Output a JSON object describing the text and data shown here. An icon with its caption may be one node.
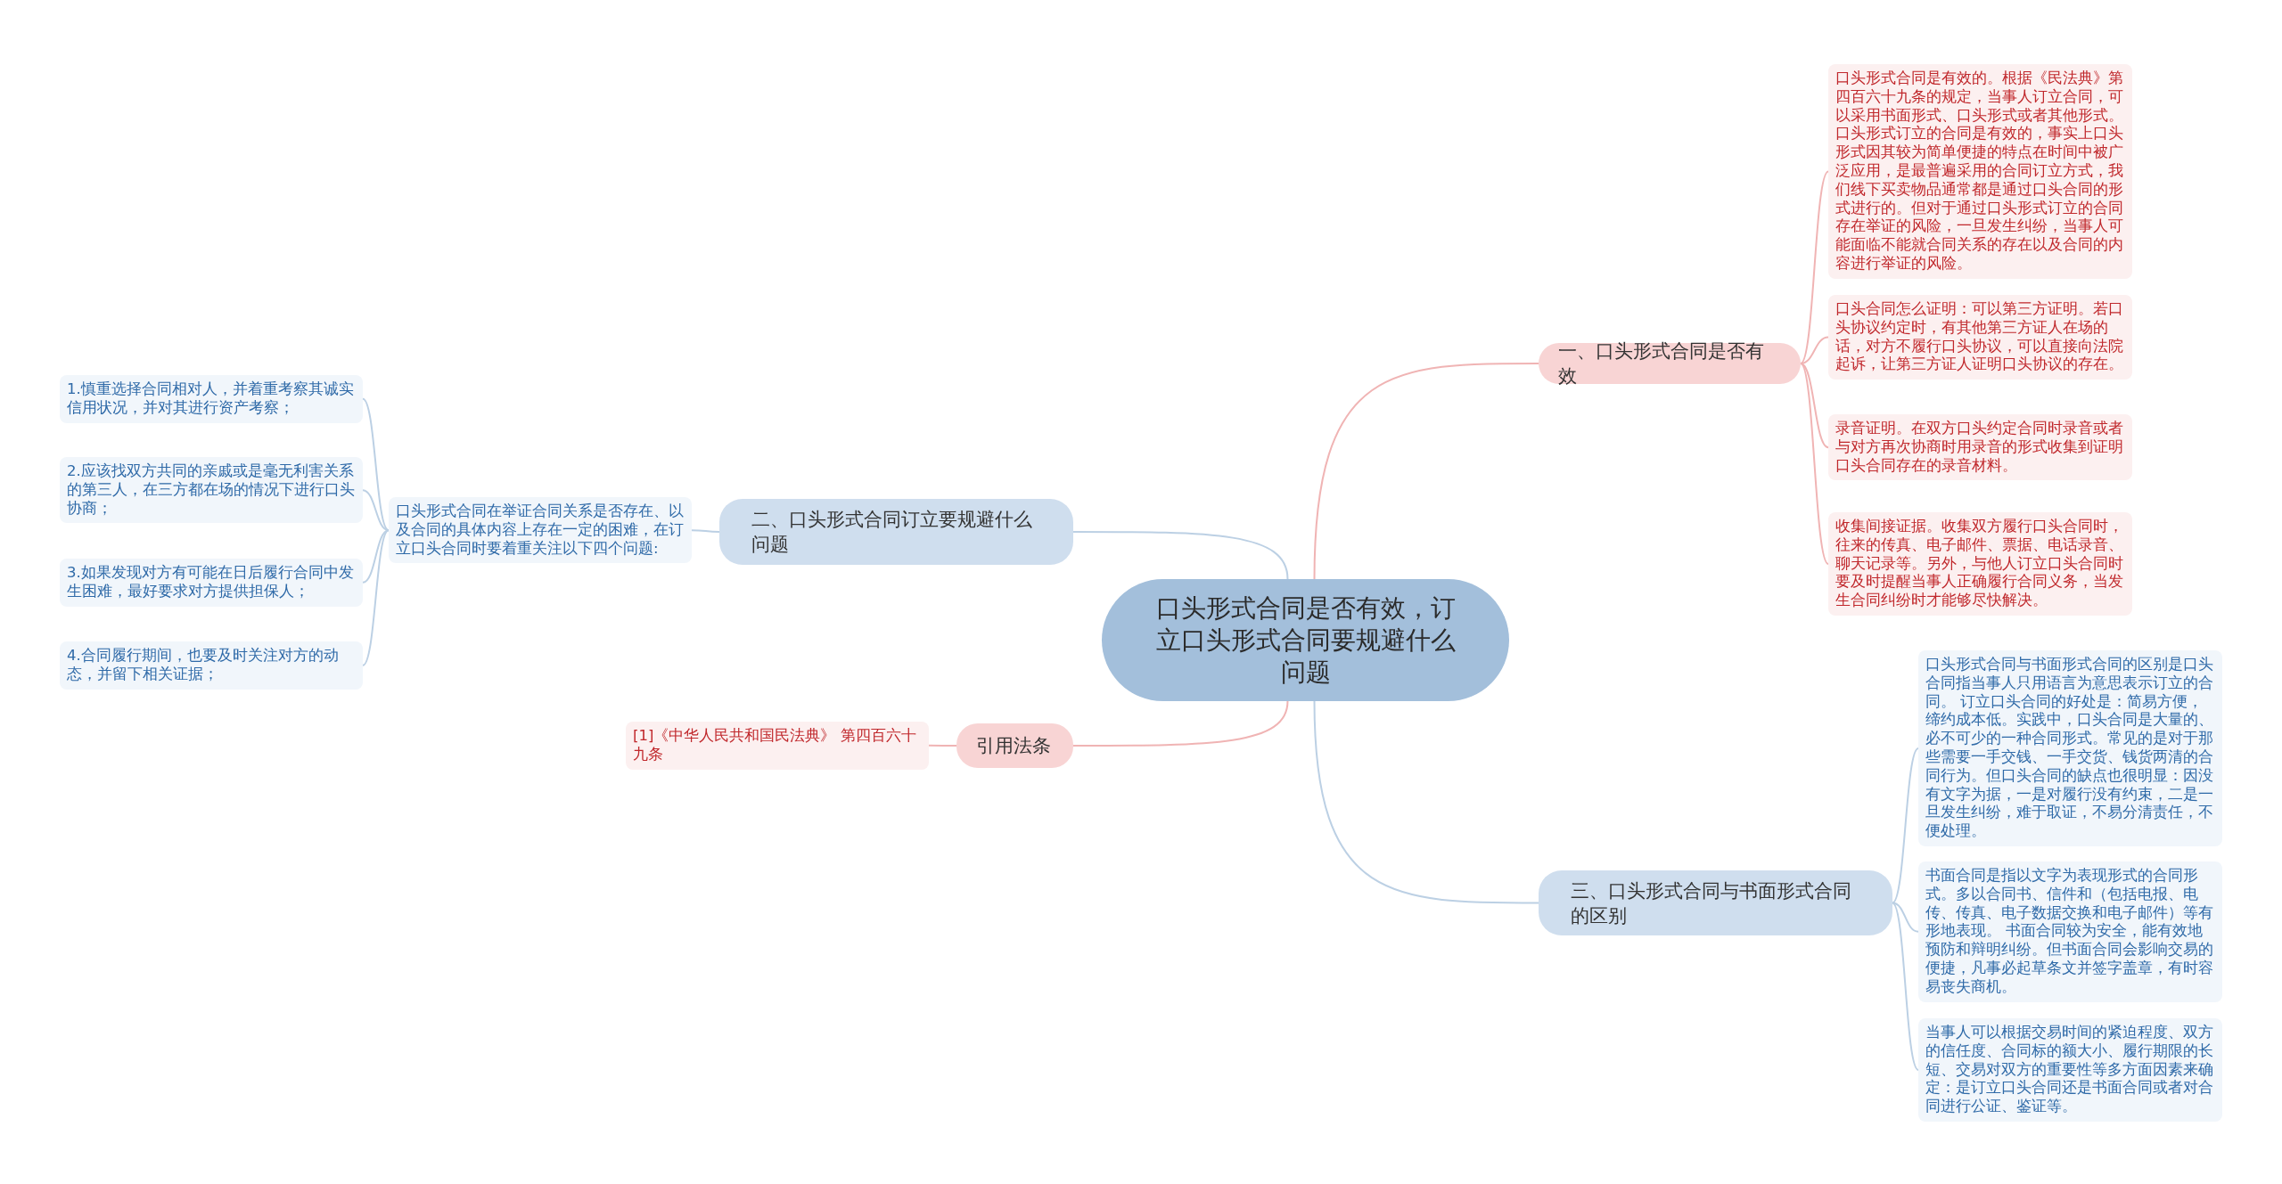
{
  "diagram": {
    "nodes": [
      {
        "text": [
          "口头形式合同是否有效，订立口头形式合同要规避什么问题"
        ]
      },
      {
        "text": [
          "一、口头形式合同是否有效"
        ]
      },
      {
        "text": [
          "口头形式合同是有效的。根据《民法典》第四百六十九条的规定，当事人订立合同，可以采用书面形式、口头形式或者其他形式。口头形式订立的合同是有效的，事实上口头形式因其较为简单便捷的特点在时间中被广泛应用，是最普遍采用的合同订立方式，我们线下买卖物品通常都是通过口头合同的形式进行的。但对于通过口头形式订立的合同存在举证的风险，一旦发生纠纷，当事人可能面临不能就合同关系的存在以及合同的内容进行举证的风险。"
        ]
      },
      {
        "text": [
          "口头合同怎么证明：可以第三方证明。若口头协议约定时，有其他第三方证人在场的话，对方不履行口头协议，可以直接向法院起诉，让第三方证人证明口头协议的存在。"
        ]
      },
      {
        "text": [
          "录音证明。在双方口头约定合同时录音或者与对方再次协商时用录音的形式收集到证明口头合同存在的录音材料。"
        ]
      },
      {
        "text": [
          "收集间接证据。收集双方履行口头合同时，往来的传真、电子邮件、票据、电话录音、聊天记录等。另外，与他人订立口头合同时要及时提醒当事人正确履行合同义务，当发生合同纠纷时才能够尽快解决。"
        ]
      },
      {
        "text": [
          "二、口头形式合同订立要规避什么问题"
        ]
      },
      {
        "text": [
          "口头形式合同在举证合同关系是否存在、以及合同的具体内容上存在一定的困难，在订立口头合同时要着重关注以下四个问题:"
        ]
      },
      {
        "text": [
          "1.慎重选择合同相对人，并着重考察其诚实信用状况，并对其进行资产考察；"
        ]
      },
      {
        "text": [
          "2.应该找双方共同的亲戚或是毫无利害关系的第三人，在三方都在场的情况下进行口头协商；"
        ]
      },
      {
        "text": [
          "3.如果发现对方有可能在日后履行合同中发生困难，最好要求对方提供担保人；"
        ]
      },
      {
        "text": [
          "4.合同履行期间，也要及时关注对方的动态，并留下相关证据；"
        ]
      },
      {
        "text": [
          "引用法条"
        ]
      },
      {
        "text": [
          "[1]《中华人民共和国民法典》 第四百六十九条"
        ]
      },
      {
        "text": [
          "三、口头形式合同与书面形式合同的区别"
        ]
      },
      {
        "text": [
          "口头形式合同与书面形式合同的区别是口头合同指当事人只用语言为意思表示订立的合同。 订立口头合同的好处是：简易方便，缔约成本低。实践中，口头合同是大量的、必不可少的一种合同形式。常见的是对于那些需要一手交钱、一手交货、钱货两清的合同行为。但口头合同的缺点也很明显：因没有文字为据，一是对履行没有约束，二是一旦发生纠纷，难于取证，不易分清责任，不便处理。"
        ]
      },
      {
        "text": [
          "书面合同是指以文字为表现形式的合同形式。多以合同书、信件和（包括电报、电传、传真、电子数据交换和电子邮件）等有形地表现。 书面合同较为安全，能有效地预防和辩明纠纷。但书面合同会影响交易的便捷，凡事必起草条文并签字盖章，有时容易丧失商机。"
        ]
      },
      {
        "text": [
          "当事人可以根据交易时间的紧迫程度、双方的信任度、合同标的额大小、履行期限的长短、交易对双方的重要性等多方面因素来确定：是订立口头合同还是书面合同或者对合同进行公证、鉴证等。"
        ]
      }
    ],
    "edges": [
      {
        "from": 0,
        "to": 1,
        "arrow": "none",
        "color": "#f0b4b4"
      },
      {
        "from": 1,
        "to": 2,
        "arrow": "none",
        "color": "#f0b4b4"
      },
      {
        "from": 1,
        "to": 3,
        "arrow": "none",
        "color": "#f0b4b4"
      },
      {
        "from": 1,
        "to": 4,
        "arrow": "none",
        "color": "#f0b4b4"
      },
      {
        "from": 1,
        "to": 5,
        "arrow": "none",
        "color": "#f0b4b4"
      },
      {
        "from": 0,
        "to": 6,
        "arrow": "none"
      },
      {
        "from": 6,
        "to": 7,
        "arrow": "none"
      },
      {
        "from": 7,
        "to": 8,
        "arrow": "none"
      },
      {
        "from": 7,
        "to": 9,
        "arrow": "none"
      },
      {
        "from": 7,
        "to": 10,
        "arrow": "none"
      },
      {
        "from": 7,
        "to": 11,
        "arrow": "none"
      },
      {
        "from": 0,
        "to": 12,
        "arrow": "none",
        "color": "#f0b4b4"
      },
      {
        "from": 12,
        "to": 13,
        "arrow": "none",
        "color": "#f0b4b4"
      },
      {
        "from": 0,
        "to": 14,
        "arrow": "none"
      },
      {
        "from": 14,
        "to": 15,
        "arrow": "none"
      },
      {
        "from": 14,
        "to": 16,
        "arrow": "none"
      },
      {
        "from": 14,
        "to": 17,
        "arrow": "none"
      }
    ]
  }
}
